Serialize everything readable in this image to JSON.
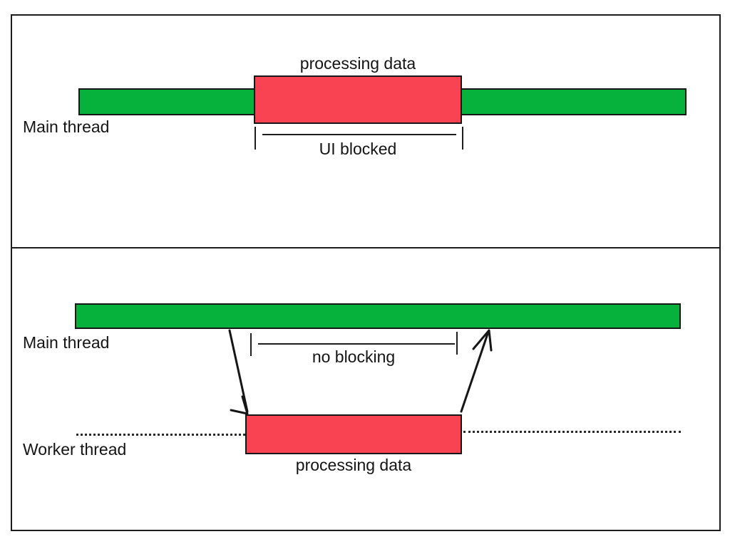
{
  "diagram": {
    "title_text": "",
    "colors": {
      "green_bar": "#07b23c",
      "red_bar": "#fa4352",
      "stroke": "#161616",
      "background": "#ffffff"
    },
    "panels": [
      {
        "id": "blocking-panel",
        "thread_label": "Main thread",
        "task_label": "processing data",
        "span_label": "UI blocked",
        "green_segments": 2,
        "red_segments": 1
      },
      {
        "id": "worker-panel",
        "main_thread_label": "Main thread",
        "worker_thread_label": "Worker thread",
        "task_label": "processing data",
        "span_label": "no blocking",
        "green_segments": 1,
        "red_segments": 1,
        "arrow_down_name": "dispatch-arrow",
        "arrow_up_name": "return-arrow"
      }
    ]
  }
}
